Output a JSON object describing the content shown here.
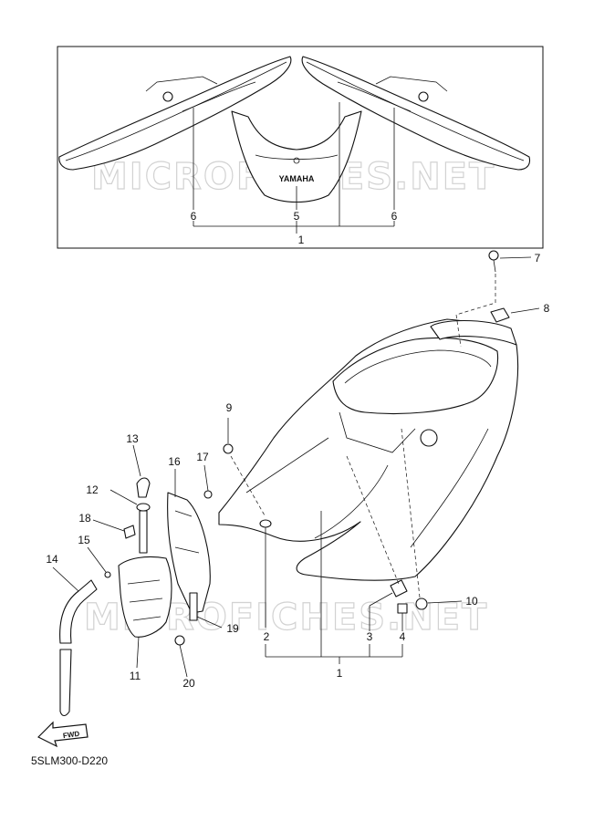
{
  "watermark": "MICROFICHES.NET",
  "brand_logo": "YAMAHA",
  "diagram_code": "5SLM300-D220",
  "fwd_arrow": {
    "label": "FWD",
    "icon": "forward-arrow-icon"
  },
  "callouts": {
    "p1_top": "1",
    "p6_left": "6",
    "p5": "5",
    "p6_right": "6",
    "p7": "7",
    "p8": "8",
    "p9": "9",
    "p10": "10",
    "p11": "11",
    "p12": "12",
    "p13": "13",
    "p14": "14",
    "p15": "15",
    "p16": "16",
    "p17": "17",
    "p18": "18",
    "p19": "19",
    "p20": "20",
    "p2": "2",
    "p3": "3",
    "p4": "4",
    "p1_bottom": "1"
  }
}
